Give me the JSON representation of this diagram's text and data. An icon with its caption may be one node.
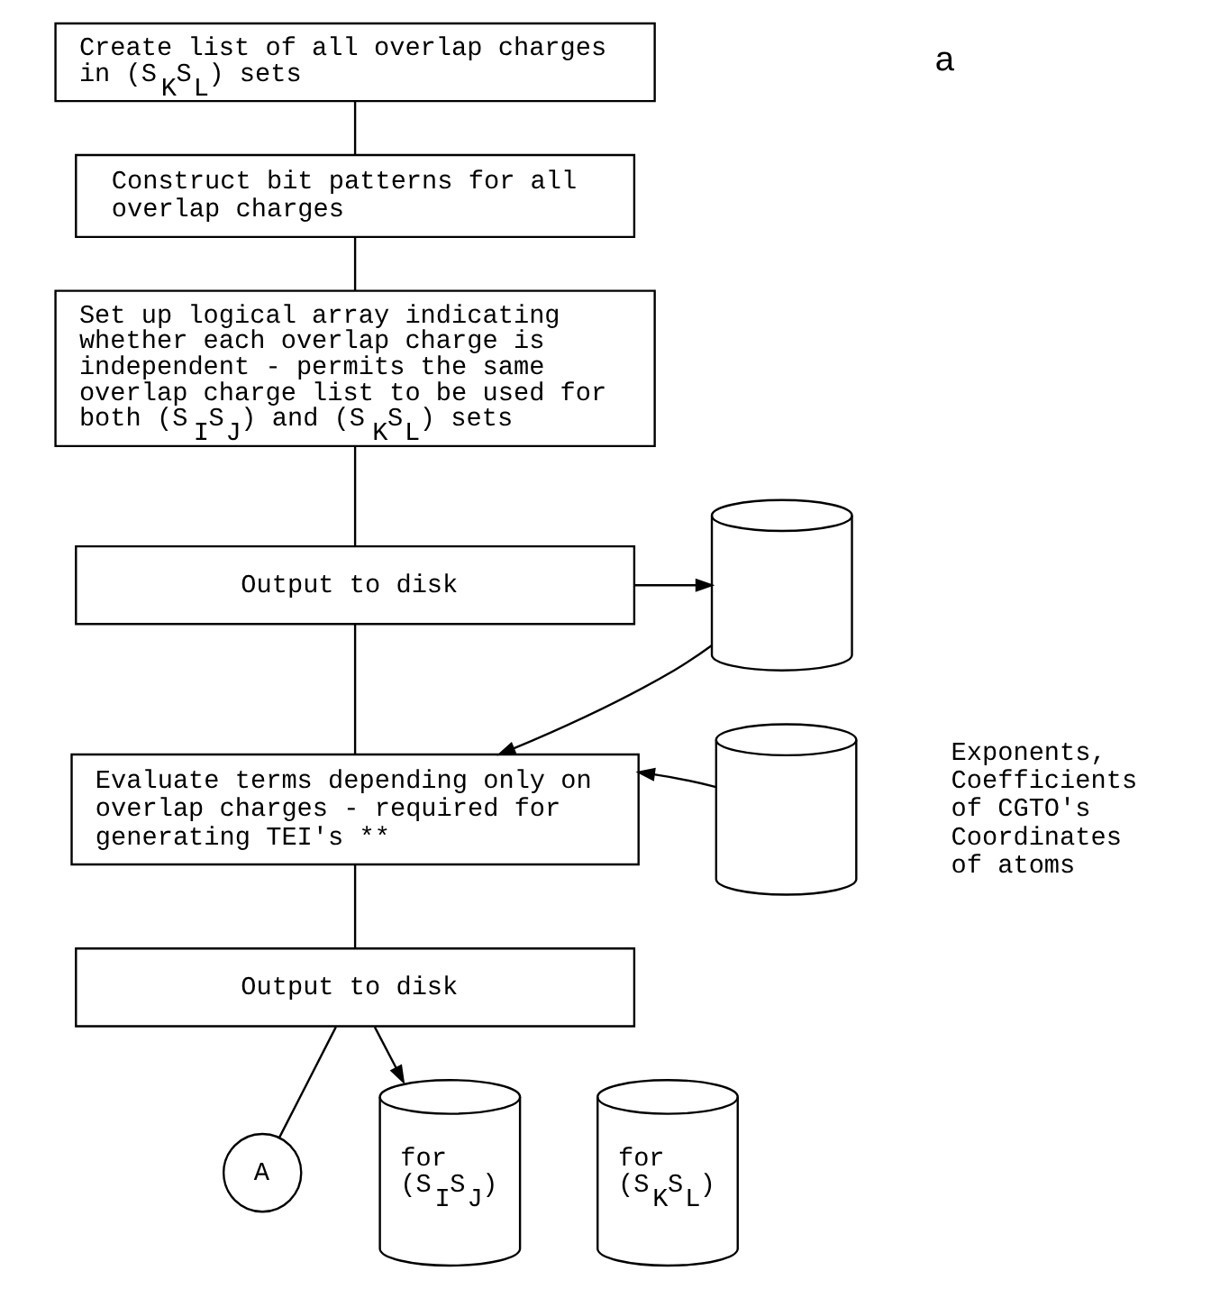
{
  "diagram": {
    "nodes": [
      {
        "text": [
          "Create list of all overlap charges in (S$_{K}$S$_{L}$) sets"
        ]
      },
      {
        "text": [
          "Construct bit patterns for all overlap charges"
        ]
      },
      {
        "text": [
          "Set up logical array indicating whether each overlap charge is independent - permits the same overlap charge list to be used for both (S$_{I}$S$_{J}$) and (S$_{K}$S$_{L}$) sets"
        ]
      },
      {
        "text": [
          "Output to disk"
        ]
      },
      {
        "text": [],
        "shape": "cylinder"
      },
      {
        "text": [
          "Evaluate terms depending only on overlap charges - required for generating TEI's **"
        ]
      },
      {
        "text": [],
        "shape": "cylinder",
        "beside": [
          "Exponents, Coefficients of CGTO's Coordinates of atoms"
        ]
      },
      {
        "text": [
          "Output to disk"
        ]
      },
      {
        "text": [
          "A"
        ]
      },
      {
        "text": [
          "for (S$_{I}$S$_{J}$)"
        ]
      },
      {
        "text": [
          "for (S$_{K}$S$_{L}$)"
        ]
      }
    ],
    "edges": [
      {
        "from": 0,
        "to": 1,
        "arrow": "none"
      },
      {
        "from": 1,
        "to": 2,
        "arrow": "none"
      },
      {
        "from": 2,
        "to": 3,
        "arrow": "none"
      },
      {
        "from": 3,
        "to": 4,
        "arrow": "to"
      },
      {
        "from": 3,
        "to": 5,
        "arrow": "none"
      },
      {
        "from": 4,
        "to": 5,
        "arrow": "to"
      },
      {
        "from": 6,
        "to": 5,
        "arrow": "to"
      },
      {
        "from": 5,
        "to": 7,
        "arrow": "none"
      },
      {
        "from": 7,
        "to": 8,
        "arrow": "none"
      },
      {
        "from": 7,
        "to": 9,
        "arrow": "to"
      }
    ],
    "labels": [
      "a"
    ]
  }
}
